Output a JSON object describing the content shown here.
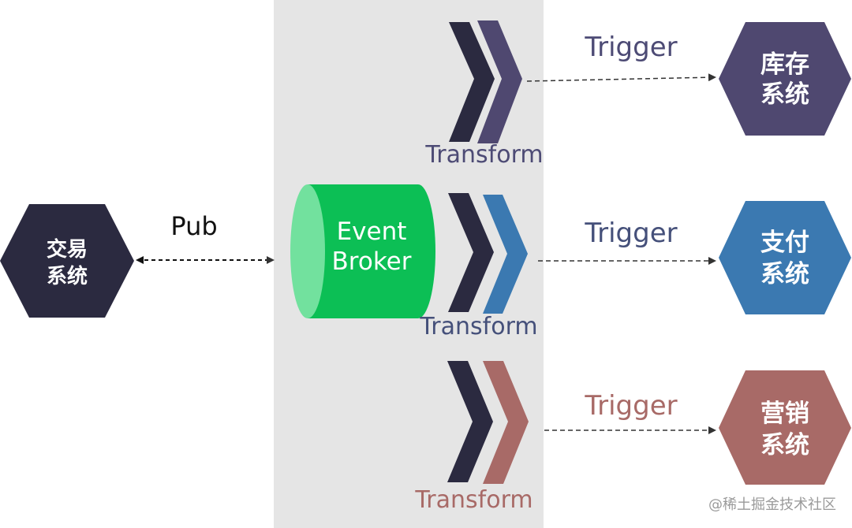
{
  "colors": {
    "panel": "#e5e5e5",
    "dark": "#2b2a40",
    "inventory": "#4f4870",
    "payment": "#3b79b1",
    "marketing": "#a86a67",
    "broker": "#0cbf55",
    "broker_cap": "#72e19e",
    "label_inventory": "#4d4b75",
    "label_payment": "#45507a",
    "label_marketing": "#a86a67"
  },
  "source": {
    "line1": "交易",
    "line2": "系统",
    "icon": "hexagon"
  },
  "pub_label": "Pub",
  "broker": {
    "line1": "Event",
    "line2": "Broker",
    "icon": "cylinder"
  },
  "routes": [
    {
      "transform_label": "Transform",
      "trigger_label": "Trigger",
      "target_line1": "库存",
      "target_line2": "系统"
    },
    {
      "transform_label": "Transform",
      "trigger_label": "Trigger",
      "target_line1": "支付",
      "target_line2": "系统"
    },
    {
      "transform_label": "Transform",
      "trigger_label": "Trigger",
      "target_line1": "营销",
      "target_line2": "系统"
    }
  ],
  "watermark": "@稀土掘金技术社区"
}
